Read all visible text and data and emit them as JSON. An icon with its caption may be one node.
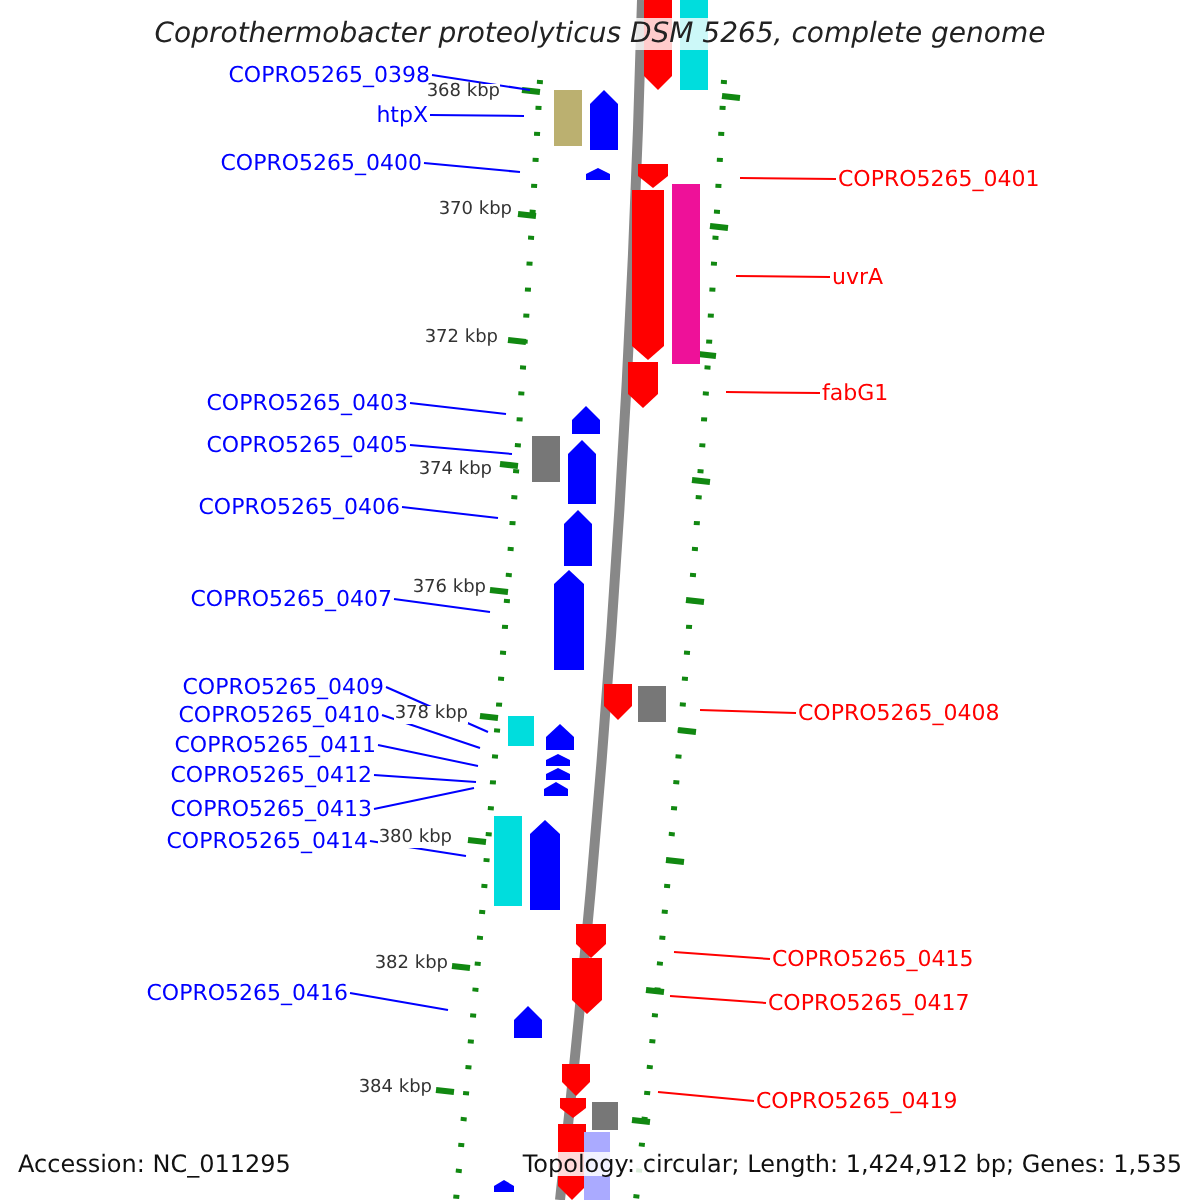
{
  "diagram": {
    "title": "Coprothermobacter proteolyticus DSM 5265, complete genome",
    "nodes": [
      {
        "text": [
          "COPRO5265_0398"
        ]
      },
      {
        "text": [
          "htpX"
        ]
      },
      {
        "text": [
          "COPRO5265_0400"
        ]
      },
      {
        "text": [
          "COPRO5265_0401"
        ]
      },
      {
        "text": [
          "uvrA"
        ]
      },
      {
        "text": [
          "fabG1"
        ]
      },
      {
        "text": [
          "COPRO5265_0403"
        ]
      },
      {
        "text": [
          "COPRO5265_0405"
        ]
      },
      {
        "text": [
          "COPRO5265_0406"
        ]
      },
      {
        "text": [
          "COPRO5265_0407"
        ]
      },
      {
        "text": [
          "COPRO5265_0409"
        ]
      },
      {
        "text": [
          "COPRO5265_0410"
        ]
      },
      {
        "text": [
          "COPRO5265_0408"
        ]
      },
      {
        "text": [
          "COPRO5265_0411"
        ]
      },
      {
        "text": [
          "COPRO5265_0412"
        ]
      },
      {
        "text": [
          "COPRO5265_0413"
        ]
      },
      {
        "text": [
          "COPRO5265_0414"
        ]
      },
      {
        "text": [
          "COPRO5265_0415"
        ]
      },
      {
        "text": [
          "COPRO5265_0416"
        ]
      },
      {
        "text": [
          "COPRO5265_0417"
        ]
      },
      {
        "text": [
          "COPRO5265_0419"
        ]
      }
    ],
    "edges": [
      {
        "from": 0,
        "to": null,
        "arrow": "none"
      },
      {
        "from": 1,
        "to": null,
        "arrow": "none"
      },
      {
        "from": 2,
        "to": null,
        "arrow": "none"
      },
      {
        "from": 3,
        "to": null,
        "arrow": "none",
        "color": "#ff0000"
      },
      {
        "from": 4,
        "to": null,
        "arrow": "none",
        "color": "#ff0000"
      },
      {
        "from": 5,
        "to": null,
        "arrow": "none",
        "color": "#ff0000"
      },
      {
        "from": 6,
        "to": null,
        "arrow": "none"
      },
      {
        "from": 7,
        "to": null,
        "arrow": "none"
      },
      {
        "from": 8,
        "to": null,
        "arrow": "none"
      },
      {
        "from": 9,
        "to": null,
        "arrow": "none"
      },
      {
        "from": 10,
        "to": null,
        "arrow": "none"
      },
      {
        "from": 11,
        "to": null,
        "arrow": "none"
      },
      {
        "from": 12,
        "to": null,
        "arrow": "none",
        "color": "#ff0000"
      },
      {
        "from": 13,
        "to": null,
        "arrow": "none"
      },
      {
        "from": 14,
        "to": null,
        "arrow": "none"
      },
      {
        "from": 15,
        "to": null,
        "arrow": "none"
      },
      {
        "from": 16,
        "to": null,
        "arrow": "none"
      },
      {
        "from": 17,
        "to": null,
        "arrow": "none",
        "color": "#ff0000"
      },
      {
        "from": 18,
        "to": null,
        "arrow": "none"
      },
      {
        "from": 19,
        "to": null,
        "arrow": "none",
        "color": "#ff0000"
      },
      {
        "from": 20,
        "to": null,
        "arrow": "none",
        "color": "#ff0000"
      }
    ],
    "labels": [
      "368 kbp",
      "370 kbp",
      "372 kbp",
      "374 kbp",
      "376 kbp",
      "378 kbp",
      "380 kbp",
      "382 kbp",
      "384 kbp",
      "Accession: NC_011295",
      "Topology: circular; Length: 1,424,912 bp; Genes: 1,535"
    ]
  }
}
